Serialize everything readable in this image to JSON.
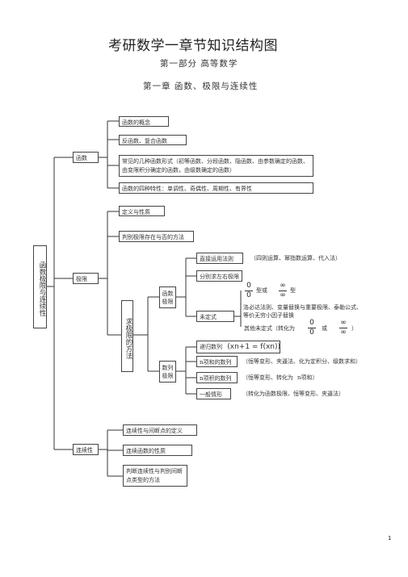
{
  "header": {
    "title": "考研数学一章节知识结构图",
    "part": "第一部分 高等数学",
    "chapter": "第一章 函数、极限与连续性"
  },
  "root": "函数极限与连续性",
  "function": {
    "label": "函数",
    "items": [
      "函数的概念",
      "反函数、复合函数",
      "常见的几种函数形式（初等函数、分段函数、隐函数、由参数确定的函数、由变限积分确定的函数，由级数确定的函数）",
      "函数的四种特性：单调性、奇偶性、周期性、有界性"
    ]
  },
  "limit": {
    "label": "极限",
    "items": [
      "定义与性质",
      "判别极限存在与否的方法"
    ],
    "methods_label": "求极限的方法",
    "function_limit": {
      "label": "函数极限",
      "items": [
        "直接运用法则",
        "分别求左右极限",
        "未定式"
      ],
      "direct_note": "（四则运算、幂指数运算、代入法）",
      "form_a_num": "0",
      "form_a_den": "0",
      "form_connector": "型或",
      "form_b_num": "∞",
      "form_b_den": "∞",
      "form_suffix": "型",
      "method_line1": "洛必达法则、变量替换与重要极限、泰勒公式、",
      "method_line2": "等价无穷小因子替换",
      "other_forms_prefix": "其他未定式（转化为",
      "other_forms_mid": "或",
      "other_forms_suffix": "）"
    },
    "sequence_limit": {
      "label": "数列极限",
      "items": [
        "递归数列",
        "n项和的数列",
        "n项积的数列",
        "一般情形"
      ],
      "recursive_formula": "(xn+1 = f(xn))",
      "sum_note": "（恒等变形、夹逼法、化为定积分、级数求和）",
      "product_note_a": "（恒等变形、转化为",
      "product_note_b": "n项和）",
      "general_note": "（转化为函数极限、恒等变形、夹逼法）"
    }
  },
  "continuity": {
    "label": "连续性",
    "items": [
      "连续性与间断点的定义",
      "连续函数的性质",
      "判断连续性与判别间断点类型的方法"
    ]
  },
  "page_number": "1"
}
